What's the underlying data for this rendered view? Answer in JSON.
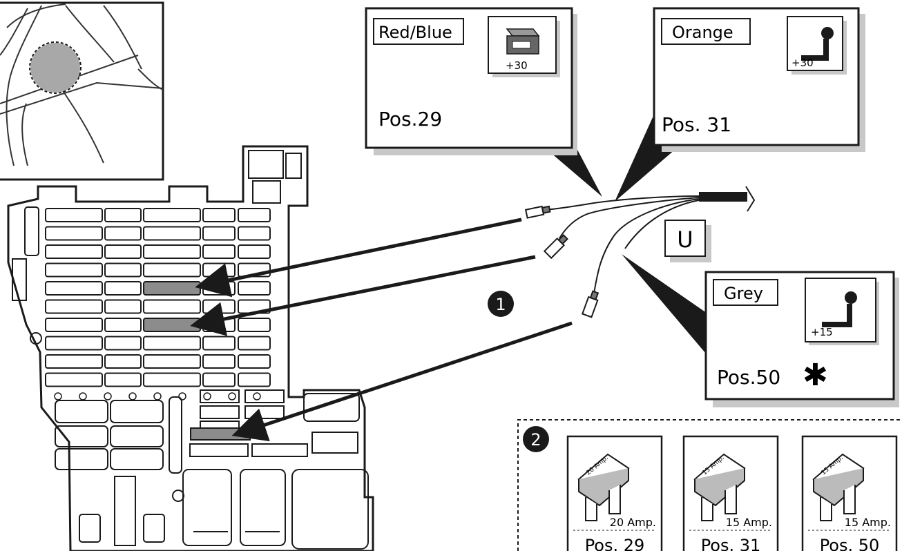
{
  "callouts": {
    "red_blue": {
      "wire_color": "Red/Blue",
      "terminal": "+30",
      "position": "Pos.29"
    },
    "orange": {
      "wire_color": "Orange",
      "terminal": "+30",
      "position": "Pos. 31"
    },
    "grey": {
      "wire_color": "Grey",
      "terminal": "+15",
      "position": "Pos.50",
      "note_mark": "✱"
    }
  },
  "connector_label": "U",
  "steps": {
    "step1": "1",
    "step2": "2"
  },
  "fuses": [
    {
      "rating": "20 Amp.",
      "body_text": "20 Amp.",
      "position": "Pos. 29"
    },
    {
      "rating": "15 Amp.",
      "body_text": "15 Amp.",
      "position": "Pos. 31"
    },
    {
      "rating": "15 Amp.",
      "body_text": "15 Amp.",
      "position": "Pos. 50"
    }
  ],
  "colors": {
    "outline": "#1a1a1a",
    "highlight_slot": "#8c8c8c",
    "inset_highlight": "#a8a8a8",
    "shadow": "#c8c8c8"
  }
}
